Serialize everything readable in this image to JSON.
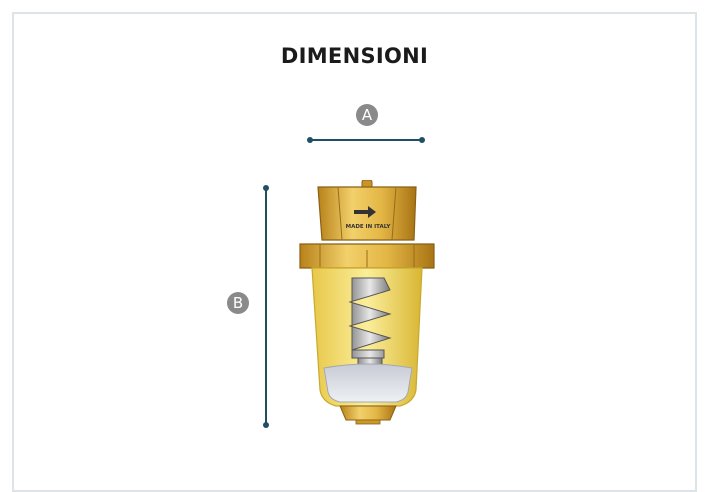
{
  "header": {
    "title": "DIMENSIONI"
  },
  "dimensions": {
    "a_label": "A",
    "b_label": "B"
  },
  "product": {
    "engraving": "MADE IN ITALY"
  },
  "colors": {
    "dimension_line": "#1f4f63",
    "badge": "#8a8a8a",
    "brass": "#d9a52a"
  }
}
